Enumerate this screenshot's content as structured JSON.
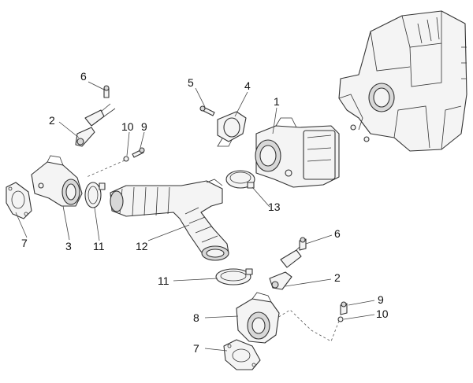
{
  "callouts": [
    {
      "id": "c1",
      "text": "1"
    },
    {
      "id": "c2a",
      "text": "2"
    },
    {
      "id": "c2b",
      "text": "2"
    },
    {
      "id": "c3",
      "text": "3"
    },
    {
      "id": "c4",
      "text": "4"
    },
    {
      "id": "c5",
      "text": "5"
    },
    {
      "id": "c6a",
      "text": "6"
    },
    {
      "id": "c6b",
      "text": "6"
    },
    {
      "id": "c7a",
      "text": "7"
    },
    {
      "id": "c7b",
      "text": "7"
    },
    {
      "id": "c8",
      "text": "8"
    },
    {
      "id": "c9a",
      "text": "9"
    },
    {
      "id": "c9b",
      "text": "9"
    },
    {
      "id": "c10a",
      "text": "10"
    },
    {
      "id": "c10b",
      "text": "10"
    },
    {
      "id": "c11a",
      "text": "11"
    },
    {
      "id": "c11b",
      "text": "11"
    },
    {
      "id": "c12",
      "text": "12"
    },
    {
      "id": "c13",
      "text": "13"
    }
  ]
}
